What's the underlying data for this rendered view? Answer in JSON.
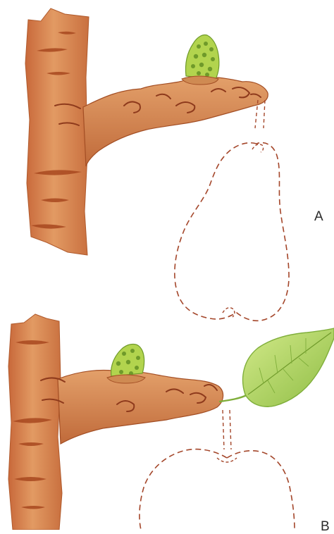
{
  "labels": {
    "a": "A",
    "b": "B"
  },
  "colors": {
    "bark": "#d98a52",
    "bark_dark": "#b4572b",
    "bark_line": "#8e3a1c",
    "bud_green": "#a9cd4a",
    "bud_dark": "#6f9a2a",
    "leaf_green": "#b7dc6a",
    "leaf_dark": "#7fae3a",
    "fruit_outline": "#a4462a"
  },
  "illustrations": [
    {
      "id": "A",
      "fruit": "pear",
      "leaf": false
    },
    {
      "id": "B",
      "fruit": "apple",
      "leaf": true
    }
  ]
}
